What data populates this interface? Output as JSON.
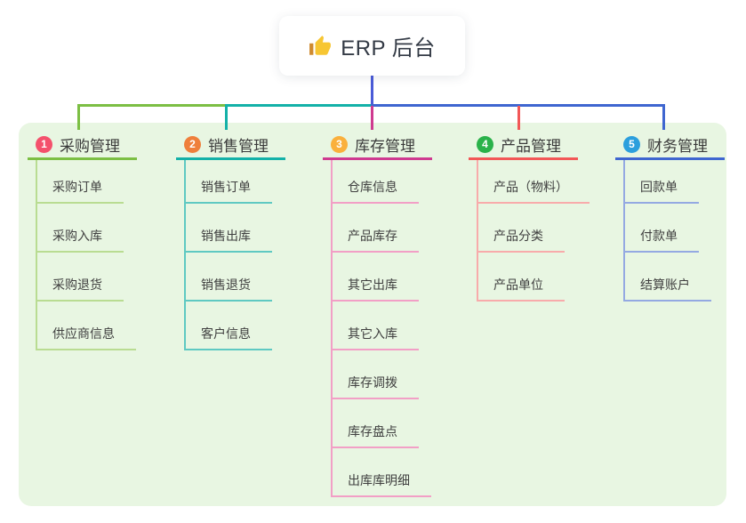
{
  "root": {
    "title": "ERP 后台",
    "icon": "thumbs-up-icon"
  },
  "canvas": {
    "background_color": "#e8f6e2"
  },
  "connector_colors": {
    "root": "#4a5bd8",
    "branch1": "#7cbf44",
    "branch2": "#14b1a8",
    "branch3": "#cf3a90",
    "branch4": "#f25757",
    "branch5": "#3f66d0"
  },
  "branches": [
    {
      "number": "1",
      "label": "采购管理",
      "badge_color": "#f4516c",
      "line_color": "#7cbf44",
      "child_line_color": "#b9dc92",
      "children": [
        "采购订单",
        "采购入库",
        "采购退货",
        "供应商信息"
      ]
    },
    {
      "number": "2",
      "label": "销售管理",
      "badge_color": "#ef7f3b",
      "line_color": "#14b1a8",
      "child_line_color": "#5fc9c2",
      "children": [
        "销售订单",
        "销售出库",
        "销售退货",
        "客户信息"
      ]
    },
    {
      "number": "3",
      "label": "库存管理",
      "badge_color": "#fab03c",
      "line_color": "#cf3a90",
      "child_line_color": "#f29fc6",
      "children": [
        "仓库信息",
        "产品库存",
        "其它出库",
        "其它入库",
        "库存调拨",
        "库存盘点",
        "出库库明细"
      ]
    },
    {
      "number": "4",
      "label": "产品管理",
      "badge_color": "#2ab24a",
      "line_color": "#f25757",
      "child_line_color": "#f8abab",
      "children": [
        "产品（物料）",
        "产品分类",
        "产品单位"
      ]
    },
    {
      "number": "5",
      "label": "财务管理",
      "badge_color": "#2c9fdd",
      "line_color": "#3f66d0",
      "child_line_color": "#94a9e2",
      "children": [
        "回款单",
        "付款单",
        "结算账户"
      ]
    }
  ]
}
